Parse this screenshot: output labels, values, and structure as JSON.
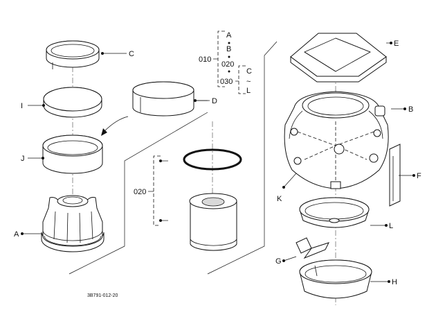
{
  "callouts": {
    "A": "A",
    "B": "B",
    "C": "C",
    "D": "D",
    "E": "E",
    "F": "F",
    "G": "G",
    "H": "H",
    "I": "I",
    "J": "J",
    "K": "K",
    "L": "L"
  },
  "group_labels": {
    "g010": "010",
    "g020": "020",
    "g030": "030",
    "g020b": "020",
    "range_start": "C",
    "range_tilde": "~",
    "range_end": "L"
  },
  "bracket_items": {
    "a": "A",
    "b": "B"
  },
  "drawing_number": "3B791-012-20"
}
